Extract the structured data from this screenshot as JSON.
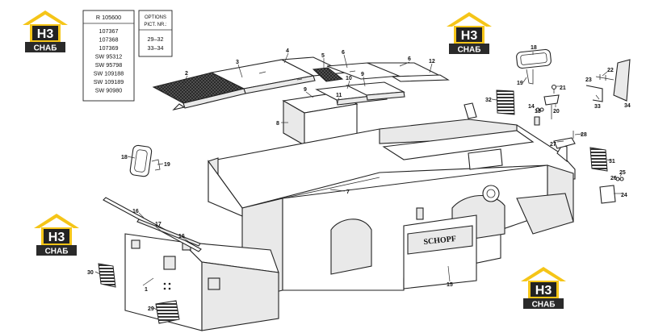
{
  "parts_table": {
    "header": "R 105600",
    "part_numbers": [
      "107367",
      "107368",
      "107369",
      "SW 95312",
      "SW 95798",
      "SW 109188",
      "SW 109189",
      "SW 90980"
    ]
  },
  "options_table": {
    "header_line1": "OPTIONS",
    "header_line2": "PICT. NR.:",
    "values": [
      "29–32",
      "33–34"
    ]
  },
  "watermark": {
    "mark": "H3",
    "caption": "СНАБ"
  },
  "brand_plate": "SCHOPF",
  "callouts": [
    {
      "label": "1"
    },
    {
      "label": "2"
    },
    {
      "label": "3"
    },
    {
      "label": "4"
    },
    {
      "label": "5"
    },
    {
      "label": "6"
    },
    {
      "label": "6"
    },
    {
      "label": "7"
    },
    {
      "label": "8"
    },
    {
      "label": "9"
    },
    {
      "label": "9"
    },
    {
      "label": "10"
    },
    {
      "label": "11"
    },
    {
      "label": "12"
    },
    {
      "label": "13"
    },
    {
      "label": "14"
    },
    {
      "label": "15"
    },
    {
      "label": "16"
    },
    {
      "label": "16"
    },
    {
      "label": "17"
    },
    {
      "label": "18"
    },
    {
      "label": "18"
    },
    {
      "label": "19"
    },
    {
      "label": "19"
    },
    {
      "label": "20"
    },
    {
      "label": "21"
    },
    {
      "label": "22"
    },
    {
      "label": "23"
    },
    {
      "label": "24"
    },
    {
      "label": "25"
    },
    {
      "label": "26"
    },
    {
      "label": "27"
    },
    {
      "label": "28"
    },
    {
      "label": "29"
    },
    {
      "label": "30"
    },
    {
      "label": "31"
    },
    {
      "label": "32"
    },
    {
      "label": "33"
    },
    {
      "label": "34"
    }
  ]
}
